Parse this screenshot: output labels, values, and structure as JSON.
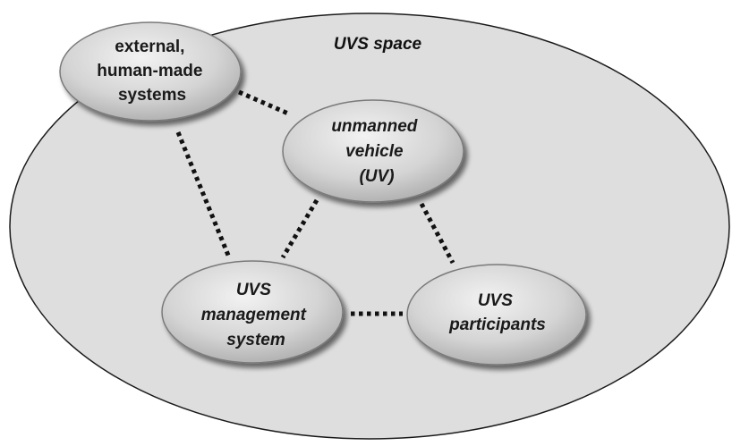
{
  "space": {
    "label": "UVS space"
  },
  "nodes": {
    "external": {
      "lines": [
        "external,",
        "human-made",
        "systems"
      ]
    },
    "uv": {
      "lines": [
        "unmanned",
        "vehicle",
        "(UV)"
      ]
    },
    "management": {
      "lines": [
        "UVS",
        "management",
        "system"
      ]
    },
    "participants": {
      "lines": [
        "UVS",
        "participants"
      ]
    }
  },
  "colors": {
    "space_fill": "#dedede",
    "space_stroke": "#1a1a1a",
    "node_fill_light": "#efefef",
    "node_fill_dark": "#b3b3b3",
    "node_stroke": "#7a7a7a",
    "connector": "#111111"
  }
}
